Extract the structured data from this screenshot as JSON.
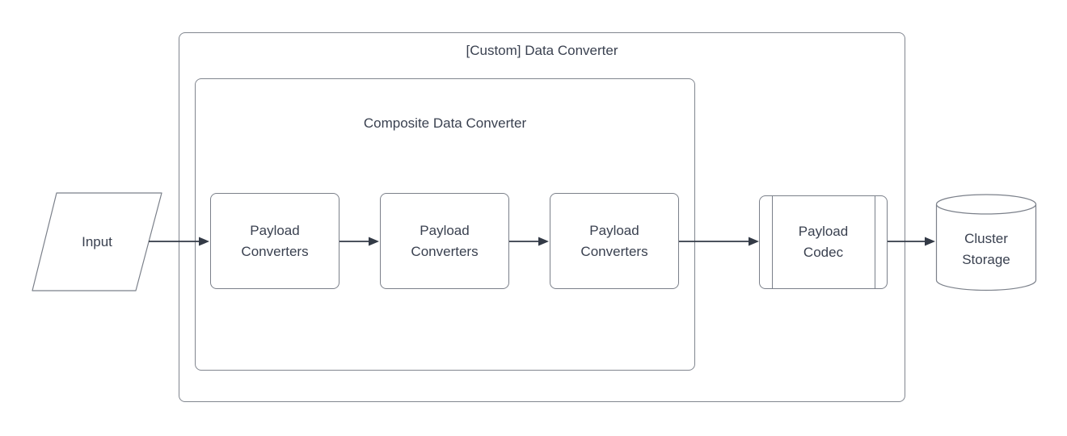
{
  "diagram": {
    "type": "flowchart",
    "colors": {
      "background": "#ffffff",
      "shape_fill": "#ffffff",
      "shape_stroke": "#7b808a",
      "container_stroke": "#81868f",
      "arrow": "#333a46",
      "text": "#3a4150"
    },
    "containers": {
      "outer": {
        "label": "[Custom] Data Converter"
      },
      "composite": {
        "label": "Composite Data Converter"
      }
    },
    "nodes": {
      "input": {
        "label": "Input",
        "shape": "parallelogram"
      },
      "payload_converters": [
        {
          "label": "Payload Converters",
          "shape": "rounded-rectangle"
        },
        {
          "label": "Payload Converters",
          "shape": "rounded-rectangle"
        },
        {
          "label": "Payload Converters",
          "shape": "rounded-rectangle"
        }
      ],
      "payload_codec": {
        "label": "Payload Codec",
        "shape": "predefined-process"
      },
      "cluster_storage": {
        "label": "Cluster Storage",
        "shape": "cylinder"
      }
    },
    "flow": [
      "input -> payload_converters_1",
      "payload_converters_1 -> payload_converters_2",
      "payload_converters_2 -> payload_converters_3",
      "payload_converters_3 -> payload_codec",
      "payload_codec -> cluster_storage"
    ]
  }
}
